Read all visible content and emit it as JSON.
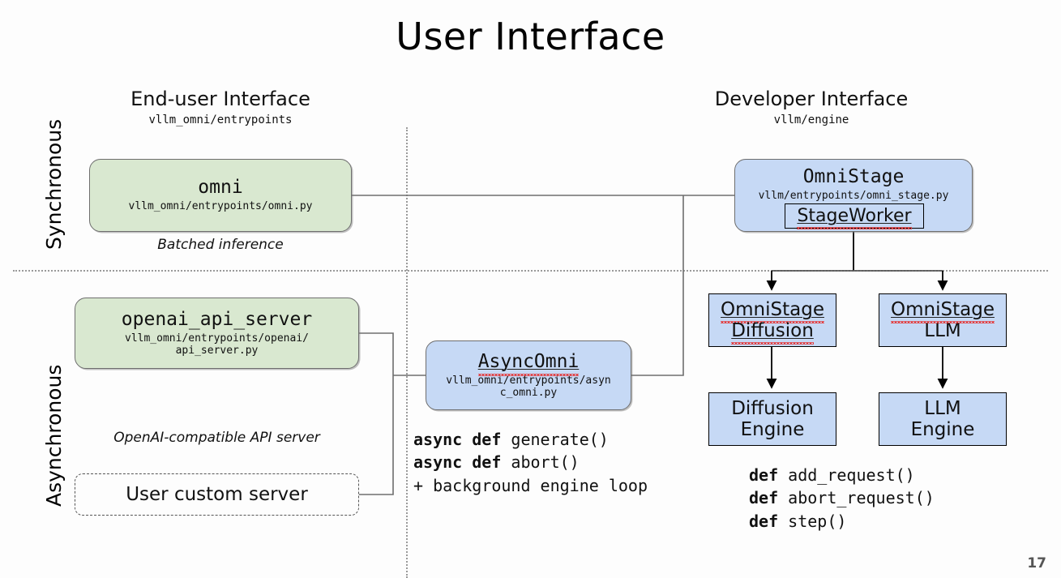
{
  "slide": {
    "title": "User Interface",
    "page_number": "17",
    "background_color": "#fdfdfd"
  },
  "axis_labels": {
    "synchronous": "Synchronous",
    "asynchronous": "Asynchronous"
  },
  "columns": [
    {
      "id": "end-user",
      "heading": "End-user Interface",
      "subheading": "vllm_omni/entrypoints"
    },
    {
      "id": "developer",
      "heading": "Developer Interface",
      "subheading": "vllm/engine"
    }
  ],
  "nodes": {
    "omni": {
      "title": "omni",
      "path": "vllm_omni/entrypoints/omni.py",
      "color": "#d9e8d0",
      "caption": "Batched inference"
    },
    "openai_api_server": {
      "title": "openai_api_server",
      "path": "vllm_omni/entrypoints/openai/\napi_server.py",
      "color": "#d9e8d0",
      "caption": "OpenAI-compatible API server"
    },
    "user_custom_server": {
      "title": "User custom server",
      "color": "transparent"
    },
    "async_omni": {
      "title": "AsyncOmni",
      "path": "vllm_omni/entrypoints/asyn\nc_omni.py",
      "color": "#c6d9f5"
    },
    "omni_stage": {
      "title": "OmniStage",
      "path": "vllm/entrypoints/omni_stage.py",
      "inner_label": "StageWorker",
      "color": "#c6d9f5"
    },
    "omni_stage_diffusion": {
      "line1": "OmniStage",
      "line2": "Diffusion",
      "color": "#c6d9f5"
    },
    "omni_stage_llm": {
      "line1": "OmniStage",
      "line2": "LLM",
      "color": "#c6d9f5"
    },
    "diffusion_engine": {
      "line1": "Diffusion",
      "line2": "Engine",
      "color": "#c6d9f5"
    },
    "llm_engine": {
      "line1": "LLM",
      "line2": "Engine",
      "color": "#c6d9f5"
    }
  },
  "code_blocks": {
    "async_api": [
      {
        "kw": "async def ",
        "rest": "generate()"
      },
      {
        "kw": "async def ",
        "rest": "abort()"
      },
      {
        "kw": "",
        "rest": "+ background engine loop"
      }
    ],
    "engine_api": [
      {
        "kw": "def ",
        "rest": "add_request()"
      },
      {
        "kw": "def ",
        "rest": "abort_request()"
      },
      {
        "kw": "def ",
        "rest": "step()"
      }
    ]
  }
}
